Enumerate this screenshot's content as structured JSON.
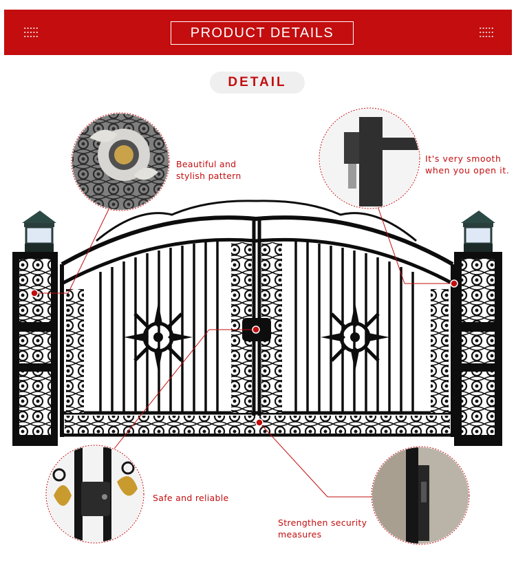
{
  "header": {
    "title": "PRODUCT DETAILS"
  },
  "section": {
    "label": "DETAIL"
  },
  "callouts": {
    "pattern": {
      "line1": "Beautiful and",
      "line2": "stylish pattern"
    },
    "hinge": {
      "line1": "It's very smooth",
      "line2": "when you open it."
    },
    "lock": {
      "line1": "Safe and reliable"
    },
    "bolt": {
      "line1": "Strengthen security",
      "line2": "measures"
    }
  },
  "colors": {
    "accent": "#c30d0f",
    "iron": "#0d0d0d"
  }
}
